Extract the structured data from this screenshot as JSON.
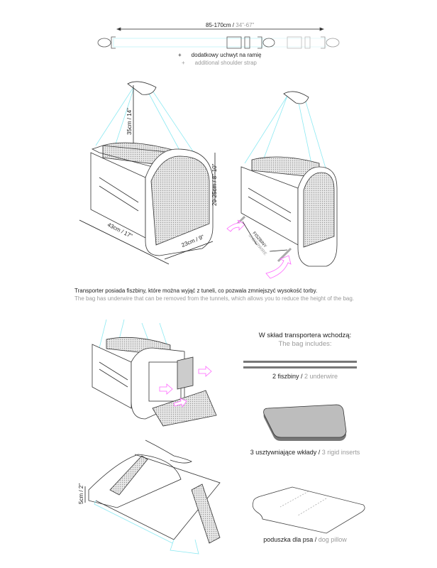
{
  "strap": {
    "length_pl": "85-170cm",
    "sep": " / ",
    "length_en": "34\"-67\"",
    "plus": "+",
    "title_pl": "dodatkowy uchwyt na ramię",
    "title_en": "additional shoulder strap"
  },
  "dimensions": {
    "handle": "35cm / 14\"",
    "length": "43cm / 17\"",
    "width": "23cm / 9\"",
    "height": "20-25cm / 8\"-10\"",
    "flat": "5cm / 2\""
  },
  "underwire_callout": {
    "pl": "FISZBINY",
    "en": "UNDERWIRE"
  },
  "caption": {
    "pl": "Transporter posiada fiszbiny, które można wyjąć z tuneli, co pozwala zmniejszyć wysokość torby.",
    "en": "The bag has underwire that can be removed from the tunnels, which allows you to reduce the height of the bag."
  },
  "includes": {
    "title_pl": "W skład transportera wchodzą:",
    "title_en": "The bag includes:",
    "items": [
      {
        "pl": "2 fiszbiny",
        "en": "2 underwire"
      },
      {
        "pl": "3 usztywniające wkłady",
        "en": "3 rigid inserts"
      },
      {
        "pl": "poduszka dla psa",
        "en": "dog pillow"
      }
    ]
  },
  "colors": {
    "line": "#333333",
    "cyan": "#7fe3ee",
    "arrow": "#ff66ff",
    "mesh": "#bdbdbd"
  }
}
